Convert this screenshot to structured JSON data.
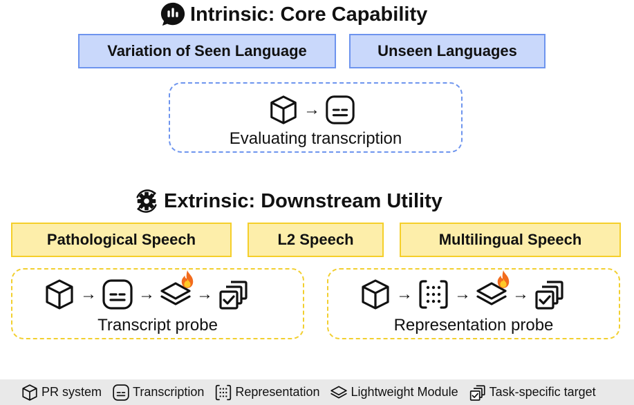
{
  "intrinsic": {
    "title": "Intrinsic: Core Capability",
    "title_icon": "chart-bubble-icon",
    "categories": [
      "Variation of Seen Language",
      "Unseen Languages"
    ],
    "probe": {
      "caption": "Evaluating transcription",
      "arrow": "→"
    }
  },
  "extrinsic": {
    "title": "Extrinsic: Downstream Utility",
    "title_icon": "gear-cycle-icon",
    "categories": [
      "Pathological Speech",
      "L2 Speech",
      "Multilingual Speech"
    ],
    "probes": [
      {
        "caption": "Transcript probe",
        "arrow": "→"
      },
      {
        "caption": "Representation probe",
        "arrow": "→"
      }
    ]
  },
  "legend": {
    "items": [
      {
        "label": "PR system",
        "icon": "cube-icon"
      },
      {
        "label": "Transcription",
        "icon": "transcription-icon"
      },
      {
        "label": "Representation",
        "icon": "representation-icon"
      },
      {
        "label": "Lightweight Module",
        "icon": "layers-icon"
      },
      {
        "label": "Task-specific target",
        "icon": "task-target-icon"
      }
    ]
  },
  "colors": {
    "blue_fill": "#c9d8fb",
    "blue_border": "#6d94ee",
    "yellow_fill": "#fdeeaa",
    "yellow_border": "#f5cf2a",
    "legend_bg": "#e9e9e9"
  }
}
